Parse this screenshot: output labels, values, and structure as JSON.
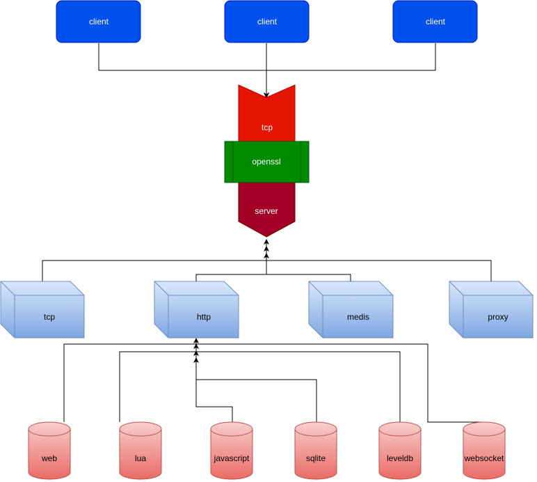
{
  "clients": [
    {
      "label": "client"
    },
    {
      "label": "client"
    },
    {
      "label": "client"
    }
  ],
  "stack": {
    "tcp": "tcp",
    "openssl": "openssl",
    "server": "server"
  },
  "modules": [
    {
      "label": "tcp"
    },
    {
      "label": "http"
    },
    {
      "label": "medis"
    },
    {
      "label": "proxy"
    }
  ],
  "storages": [
    {
      "label": "web"
    },
    {
      "label": "lua"
    },
    {
      "label": "javascript"
    },
    {
      "label": "sqlite"
    },
    {
      "label": "leveldb"
    },
    {
      "label": "websocket"
    }
  ],
  "colors": {
    "client_fill": "#0050ef",
    "client_stroke": "#001dbc",
    "tcp_fill": "#e51400",
    "tcp_stroke": "#b20000",
    "openssl_fill": "#008a00",
    "openssl_stroke": "#005700",
    "server_fill": "#a20025",
    "server_stroke": "#6f0000",
    "module_fill": "#dae8fc",
    "module_fill_2": "#7ea6e0",
    "module_stroke": "#6c8ebf",
    "storage_fill": "#f8cecc",
    "storage_fill_2": "#ea6b66",
    "storage_stroke": "#b85450",
    "connector": "#000000"
  }
}
